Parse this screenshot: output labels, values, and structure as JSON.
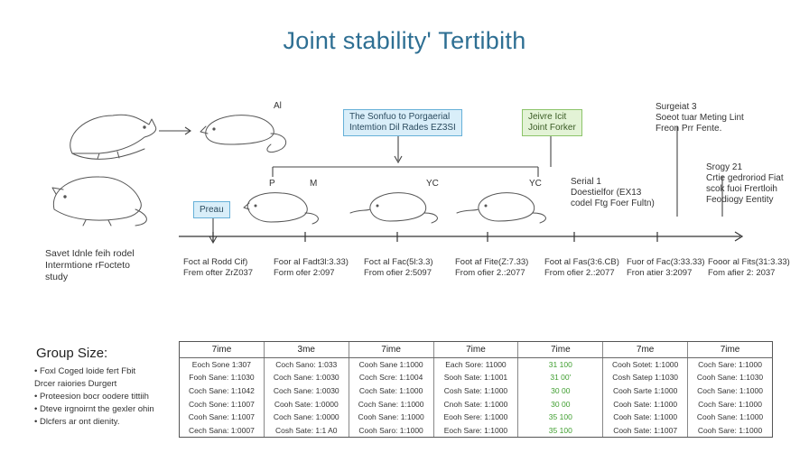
{
  "title": "Joint stability' Tertibith",
  "letters": {
    "al": "Al",
    "p": "P",
    "m": "M",
    "yc1": "YC",
    "yc2": "YC"
  },
  "left_note": [
    "Savet Idnle feih rodel",
    "Intermtione rFocteto",
    "study"
  ],
  "boxes": {
    "blue": [
      "The Sonfuo to Porgaerial",
      "Intemtion Dil Rades EZ3SI"
    ],
    "green": [
      "Jeivre Icit",
      "Joint Forker"
    ],
    "press": "Preau"
  },
  "notes": {
    "top_right": [
      "Surgeiat 3",
      "Soeot tuar Meting Lint",
      "Freon Prr Fente."
    ],
    "serial": [
      "Serial 1",
      "Doestielfor (EX13",
      "codel Ftg Foer Fultn)"
    ],
    "right": [
      "Srogy 21",
      "Crtie gedroriod Fiat",
      "scok fuoi Frertloih",
      "Feodiogy Eentity"
    ]
  },
  "timeline": [
    {
      "a": "Foct al Rodd Cif)",
      "b": "Frem ofter ZrZ037"
    },
    {
      "a": "Foor al Fadt3l:3.33)",
      "b": "Form ofer 2:097"
    },
    {
      "a": "Foct al Fac(5l:3.3)",
      "b": "From ofier 2:5097"
    },
    {
      "a": "Foot af Fite(Z:7.33)",
      "b": "From ofier 2.:2077"
    },
    {
      "a": "Foot al Fas(3:6.CB)",
      "b": "From ofier 2.:2077"
    },
    {
      "a": "Fuor of Fac(3:33.33)",
      "b": "Fron atier 3:2097"
    },
    {
      "a": "Fooor al Fits(31:3.33)",
      "b": "Fom afier 2: 2037"
    }
  ],
  "group": {
    "title": "Group Size:",
    "bullets": [
      "• Foxl Coged loide fert Fbit",
      "  Drcer raiories Durgert",
      "• Proteesion bocr oodere tittiih",
      "• Dteve irgnoirnt the gexler ohin",
      "• Dlcfers ar ont dienity."
    ]
  },
  "table": {
    "headers": [
      "7ime",
      "3me",
      "7ime",
      "7ime",
      "7ime",
      "7me",
      "7ime"
    ],
    "rows": [
      [
        "Eoch Sone 1:307",
        "Coch Sano: 1:033",
        "Cooh Sane 1:1000",
        "Each Sore: 11000",
        "31   100",
        "Cooh Sotet: 1:1000",
        "Coch Sare: 1:1000"
      ],
      [
        "Fooh Sane: 1:1030",
        "Coch Sane: 1:0030",
        "Coch Scre: 1:1004",
        "Sooh Sate: 1:1001",
        "31   00'",
        "Cosh Satep 1:1030",
        "Cooh Sane: 1:1030"
      ],
      [
        "Coch Sane: 1:1042",
        "Coch Sane: 1:0030",
        "Coch Sate: 1:1000",
        "Cosh Sate: 1:1000",
        "30   00",
        "Cooh Sarte 1:1000",
        "Coch Sane: 1:1000"
      ],
      [
        "Coch Sone: 1:1007",
        "Cooh Sate: 1:0000",
        "Coch Sane: 1:1000",
        "Cnoh Sate: 1:1000",
        "30   00",
        "Cooh Sate: 1:1000",
        "Coch Sare: 1:1000"
      ],
      [
        "Cooh Sane: 1:1007",
        "Coch Sane: 1:0000",
        "Cooh Sane: 1:1000",
        "Eooh Sere: 1:1000",
        "35   100",
        "Cooh Sate: 1:1000",
        "Cooh Sane: 1:1000"
      ],
      [
        "Cech Sana: 1:0007",
        "Cosh Sate: 1:1 A0",
        "Cooh Saro: 1:1000",
        "Eoch Sare: 1:1000",
        "35   100",
        "Cooh Sate: 1:1007",
        "Cooh Sare: 1:1000"
      ]
    ]
  }
}
